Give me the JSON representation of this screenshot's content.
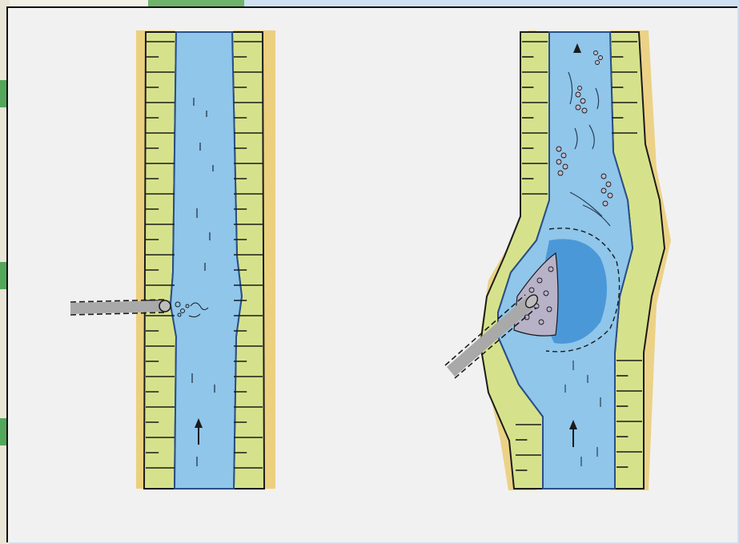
{
  "figure": {
    "panels": [
      {
        "id": "left",
        "flow_direction": "up",
        "feature": "outfall-pipe"
      },
      {
        "id": "right",
        "flow_direction": "up",
        "feature": "outfall-pipe-with-scour-and-bank-bulge"
      }
    ]
  },
  "colors": {
    "water": "#8fc6ea",
    "water_deep": "#3f8fd6",
    "bank": "#d6e28b",
    "bank_edge": "#e8c458",
    "pipe": "#a9a9a9",
    "line": "#1b1b1b",
    "paper": "#f1f1f1"
  },
  "icons": [
    "flow-arrow-icon",
    "pipe-icon",
    "debris-icon",
    "gravel-icon"
  ]
}
